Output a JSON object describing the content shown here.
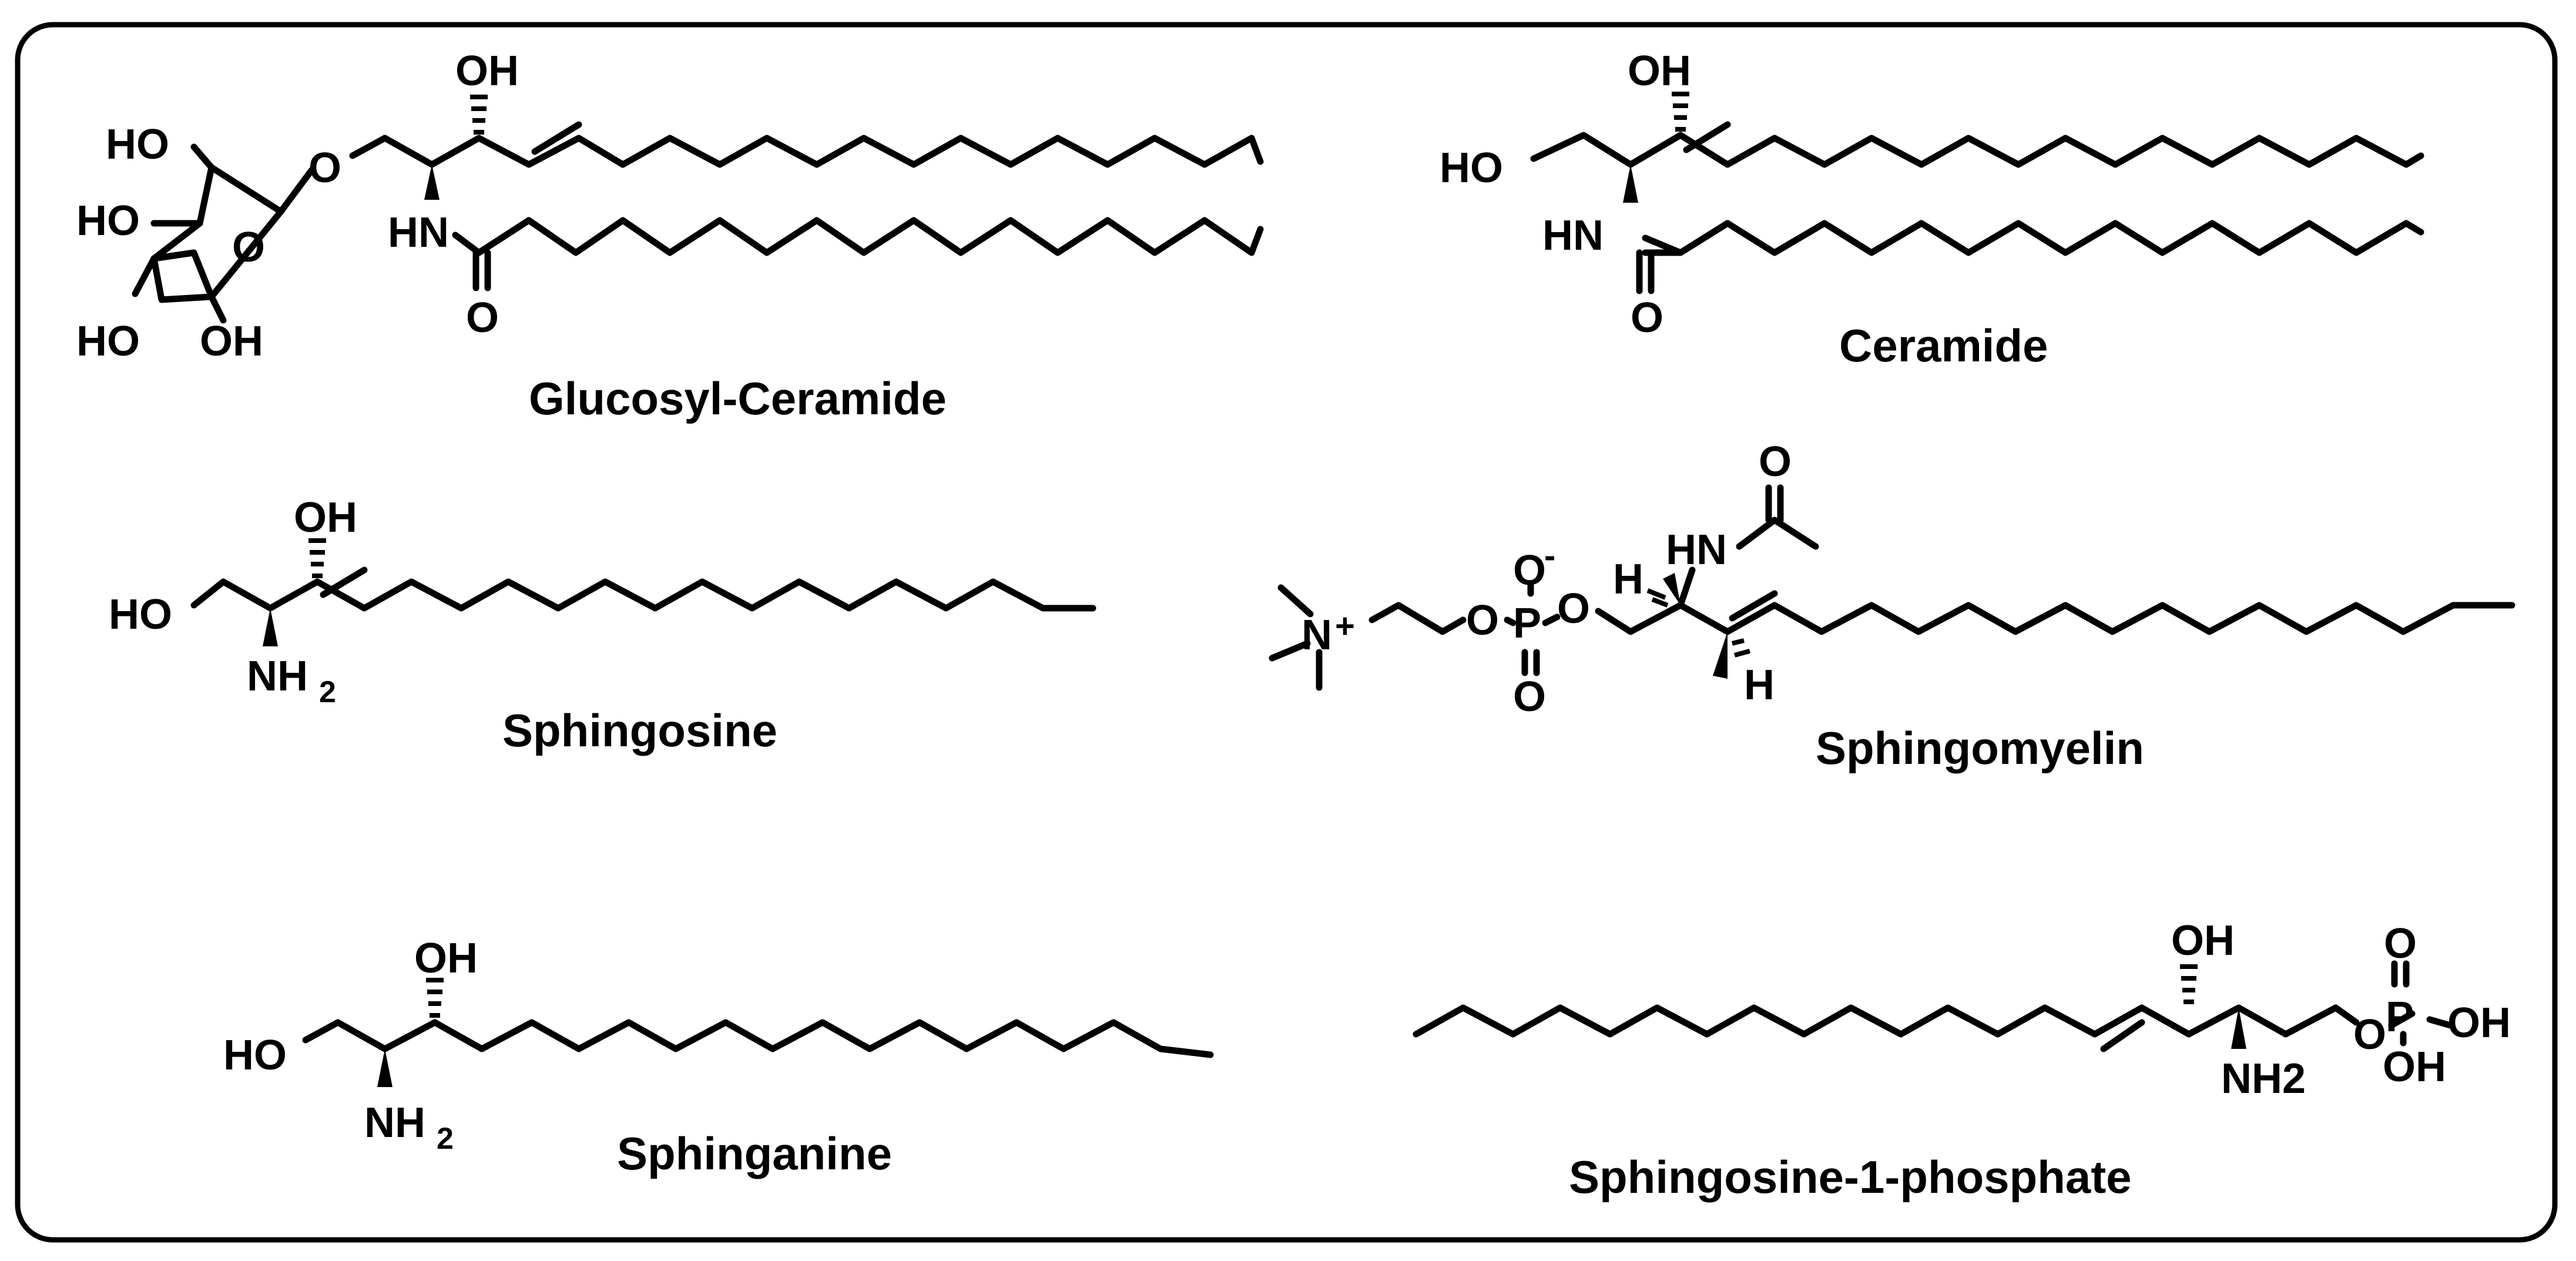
{
  "molecules": {
    "glucosyl_ceramide": {
      "name": "Glucosyl-Ceramide",
      "labels": {
        "oh_top": "OH",
        "ho_sugar_1": "HO",
        "ho_sugar_2": "HO",
        "ho_sugar_3": "HO",
        "oh_sugar": "OH",
        "o_ring": "O",
        "o_link": "O",
        "hn": "HN",
        "o_carbonyl": "O"
      }
    },
    "ceramide": {
      "name": "Ceramide",
      "labels": {
        "oh_top": "OH",
        "ho": "HO",
        "hn": "HN",
        "o_carbonyl": "O"
      }
    },
    "sphingosine": {
      "name": "Sphingosine",
      "labels": {
        "oh_top": "OH",
        "ho": "HO",
        "nh": "NH",
        "nh_sub": "2"
      }
    },
    "sphingomyelin": {
      "name": "Sphingomyelin",
      "labels": {
        "n": "N",
        "n_charge": "+",
        "o1": "O",
        "p": "P",
        "o_minus": "O",
        "minus": "-",
        "o2": "O",
        "o_double": "O",
        "hn": "HN",
        "o_acetyl": "O",
        "h1": "H",
        "h2": "H"
      }
    },
    "sphinganine": {
      "name": "Sphinganine",
      "labels": {
        "oh_top": "OH",
        "ho": "HO",
        "nh": "NH",
        "nh_sub": "2"
      }
    },
    "s1p": {
      "name": "Sphingosine-1-phosphate",
      "labels": {
        "oh_top": "OH",
        "nh2": "NH2",
        "o": "O",
        "p": "P",
        "o_double": "O",
        "oh1": "OH",
        "oh2": "OH"
      }
    }
  }
}
